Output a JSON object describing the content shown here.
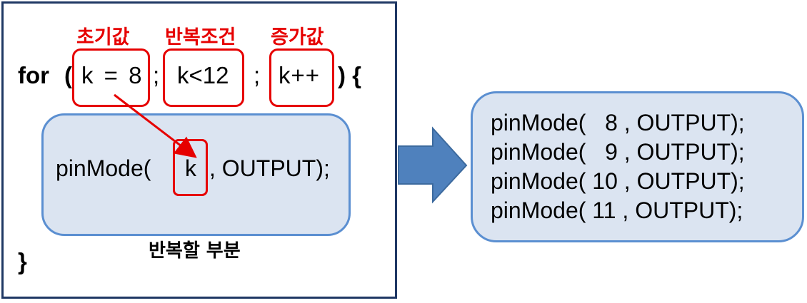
{
  "labels": {
    "initial_value": "초기값",
    "loop_condition": "반복조건",
    "increment": "증가값",
    "repeated_part": "반복할 부분"
  },
  "code": {
    "for_keyword": "for",
    "open_paren": "(",
    "init_expr": "k = 8",
    "semicolon1": ";",
    "condition_expr": "k<12",
    "semicolon2": ";",
    "increment_expr": "k++",
    "close_paren_brace": ") {",
    "body_prefix": "pinMode(",
    "body_var": "k",
    "body_suffix": ", OUTPUT);",
    "closing_brace": "}"
  },
  "result": {
    "lines": [
      "pinMode(   8 , OUTPUT);",
      "pinMode(   9 , OUTPUT);",
      "pinMode( 10 , OUTPUT);",
      "pinMode( 11 , OUTPUT);"
    ]
  },
  "colors": {
    "highlight_red": "#e60000",
    "box_fill": "#dbe4f1",
    "box_border": "#5b8fd1",
    "frame_border": "#1f3864",
    "arrow_fill": "#4f81bd"
  }
}
